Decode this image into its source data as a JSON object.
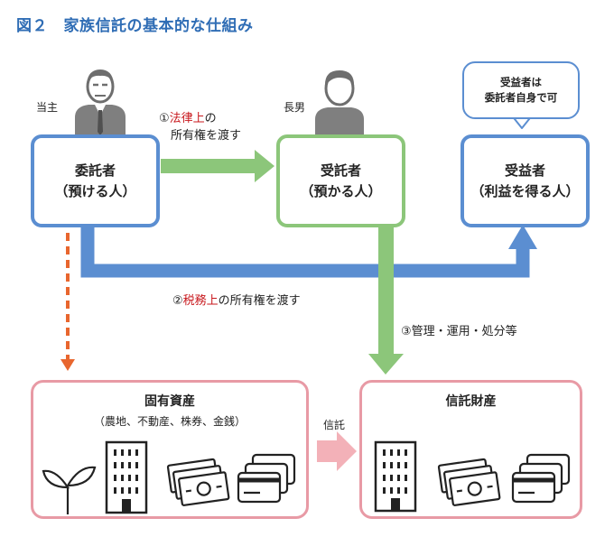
{
  "title": "図２　家族信託の基本的な仕組み",
  "roles": {
    "father": "当主",
    "son": "長男"
  },
  "entrustor": {
    "name": "委託者",
    "sub": "（預ける人）"
  },
  "trustee": {
    "name": "受託者",
    "sub": "（預かる人）"
  },
  "beneficiary": {
    "name": "受益者",
    "sub": "（利益を得る人）"
  },
  "bubble": {
    "line1": "受益者は",
    "line2": "委託者自身で可"
  },
  "arrow1": {
    "num": "①",
    "red": "法律上",
    "rest": "の",
    "line2": "所有権を渡す"
  },
  "arrow2": {
    "num": "②",
    "red": "税務上",
    "rest": "の所有権を渡す"
  },
  "arrow3": {
    "label": "③管理・運用・処分等"
  },
  "own_assets": {
    "title": "固有資産",
    "sub": "（農地、不動産、株券、金銭）"
  },
  "trust_assets": {
    "title": "信託財産"
  },
  "trust_arrow": {
    "label": "信託"
  },
  "colors": {
    "title": "#2f6db5",
    "blue": "#5b8ed1",
    "green": "#8cc67a",
    "pink": "#e89aa5",
    "pink_arrow": "#f3b1b8",
    "orange": "#e8662e",
    "legal_red": "#c8181d"
  }
}
